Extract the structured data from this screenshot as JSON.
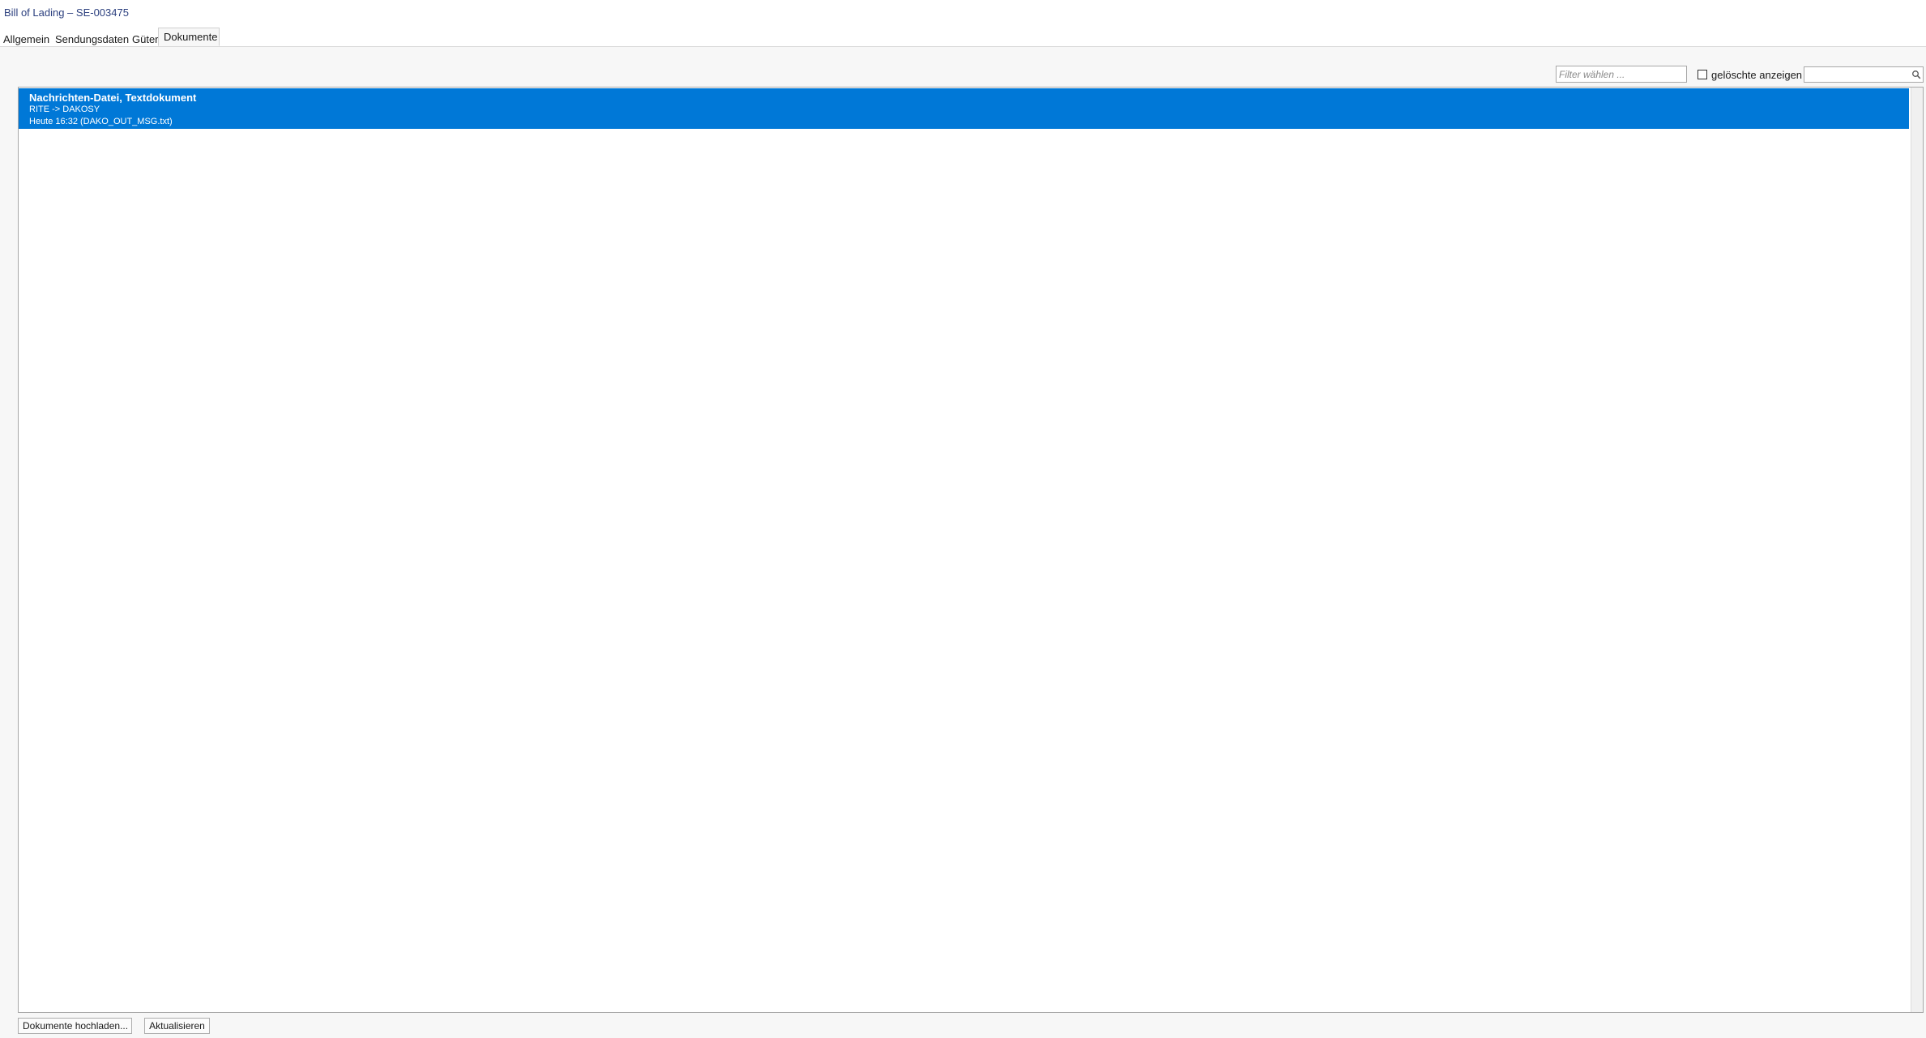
{
  "window": {
    "title": "Bill of Lading – SE-003475"
  },
  "tabs": [
    {
      "label": "Allgemein",
      "active": false
    },
    {
      "label": "Sendungsdaten",
      "active": false
    },
    {
      "label": "Güter",
      "active": false
    },
    {
      "label": "Dokumente",
      "active": true
    }
  ],
  "toolbar": {
    "filter_placeholder": "Filter wählen ...",
    "filter_value": "",
    "show_deleted_label": "gelöschte anzeigen",
    "show_deleted_checked": false,
    "search_value": "",
    "search_icon": "search-icon"
  },
  "documents": [
    {
      "title": "Nachrichten-Datei, Textdokument",
      "route": "RITE -> DAKOSY",
      "meta": "Heute 16:32 (DAKO_OUT_MSG.txt)",
      "selected": true
    }
  ],
  "footer": {
    "upload_label": "Dokumente hochladen...",
    "refresh_label": "Aktualisieren"
  },
  "colors": {
    "selection": "#0078d7",
    "title_text": "#2b3f7e"
  }
}
